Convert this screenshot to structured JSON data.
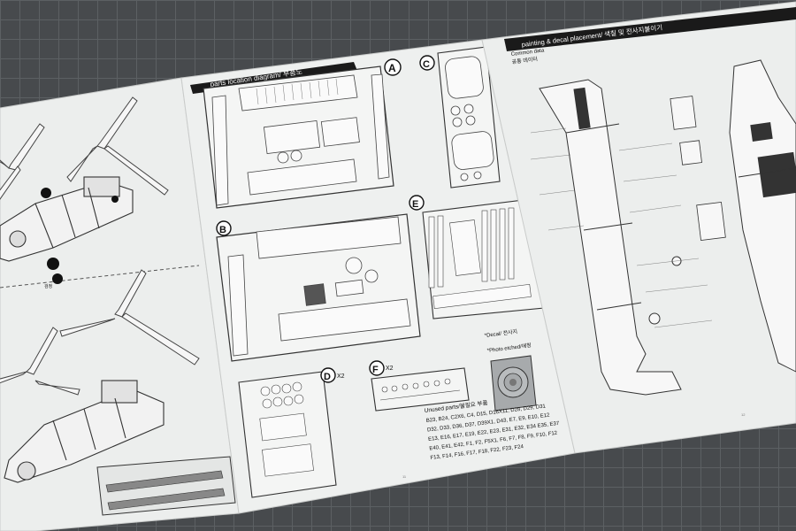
{
  "parts_page": {
    "banner": "parts location diagram/ 부품도",
    "sprue_a": "A",
    "sprue_b": "B",
    "sprue_c": "C",
    "sprue_d": "D",
    "sprue_d_qty": "X2",
    "sprue_e": "E",
    "sprue_f": "F",
    "sprue_f_qty": "X2",
    "decal_label": "*Decal/ 전사지",
    "photo_etched_label": "*Photo etched/에칭",
    "unused_title": "Unused parts/불필요 부품",
    "unused_lines": [
      "B23, B24, C2X6, C4, D15, D16X11, D28, D29, D31",
      "D32, D33, D36, D37, D39X1, D43, E7, E9, E10, E12",
      "E13, E16, E17, E19, E22, E23, E31, E32, E34 E35, E37",
      "E40, E41, E42, F1, F2, F5X1, F6, F7, F8, F9, F10, F12",
      "F13, F14, F16, F17, F18, F22, F23, F24"
    ],
    "page_number": "11"
  },
  "painting_page": {
    "banner": "painting & decal placement/ 색칠 및 전사지붙이기",
    "common_en": "Common data",
    "common_ko": "공통 데이터",
    "page_number": "12"
  },
  "assembly_page": {
    "callout_label": "검정"
  },
  "colors": {
    "mat": "#474a4d",
    "grid": "#5c6063",
    "paper": "#eef0ef",
    "ink": "#1e1e1e",
    "banner": "#1a1a1a"
  }
}
